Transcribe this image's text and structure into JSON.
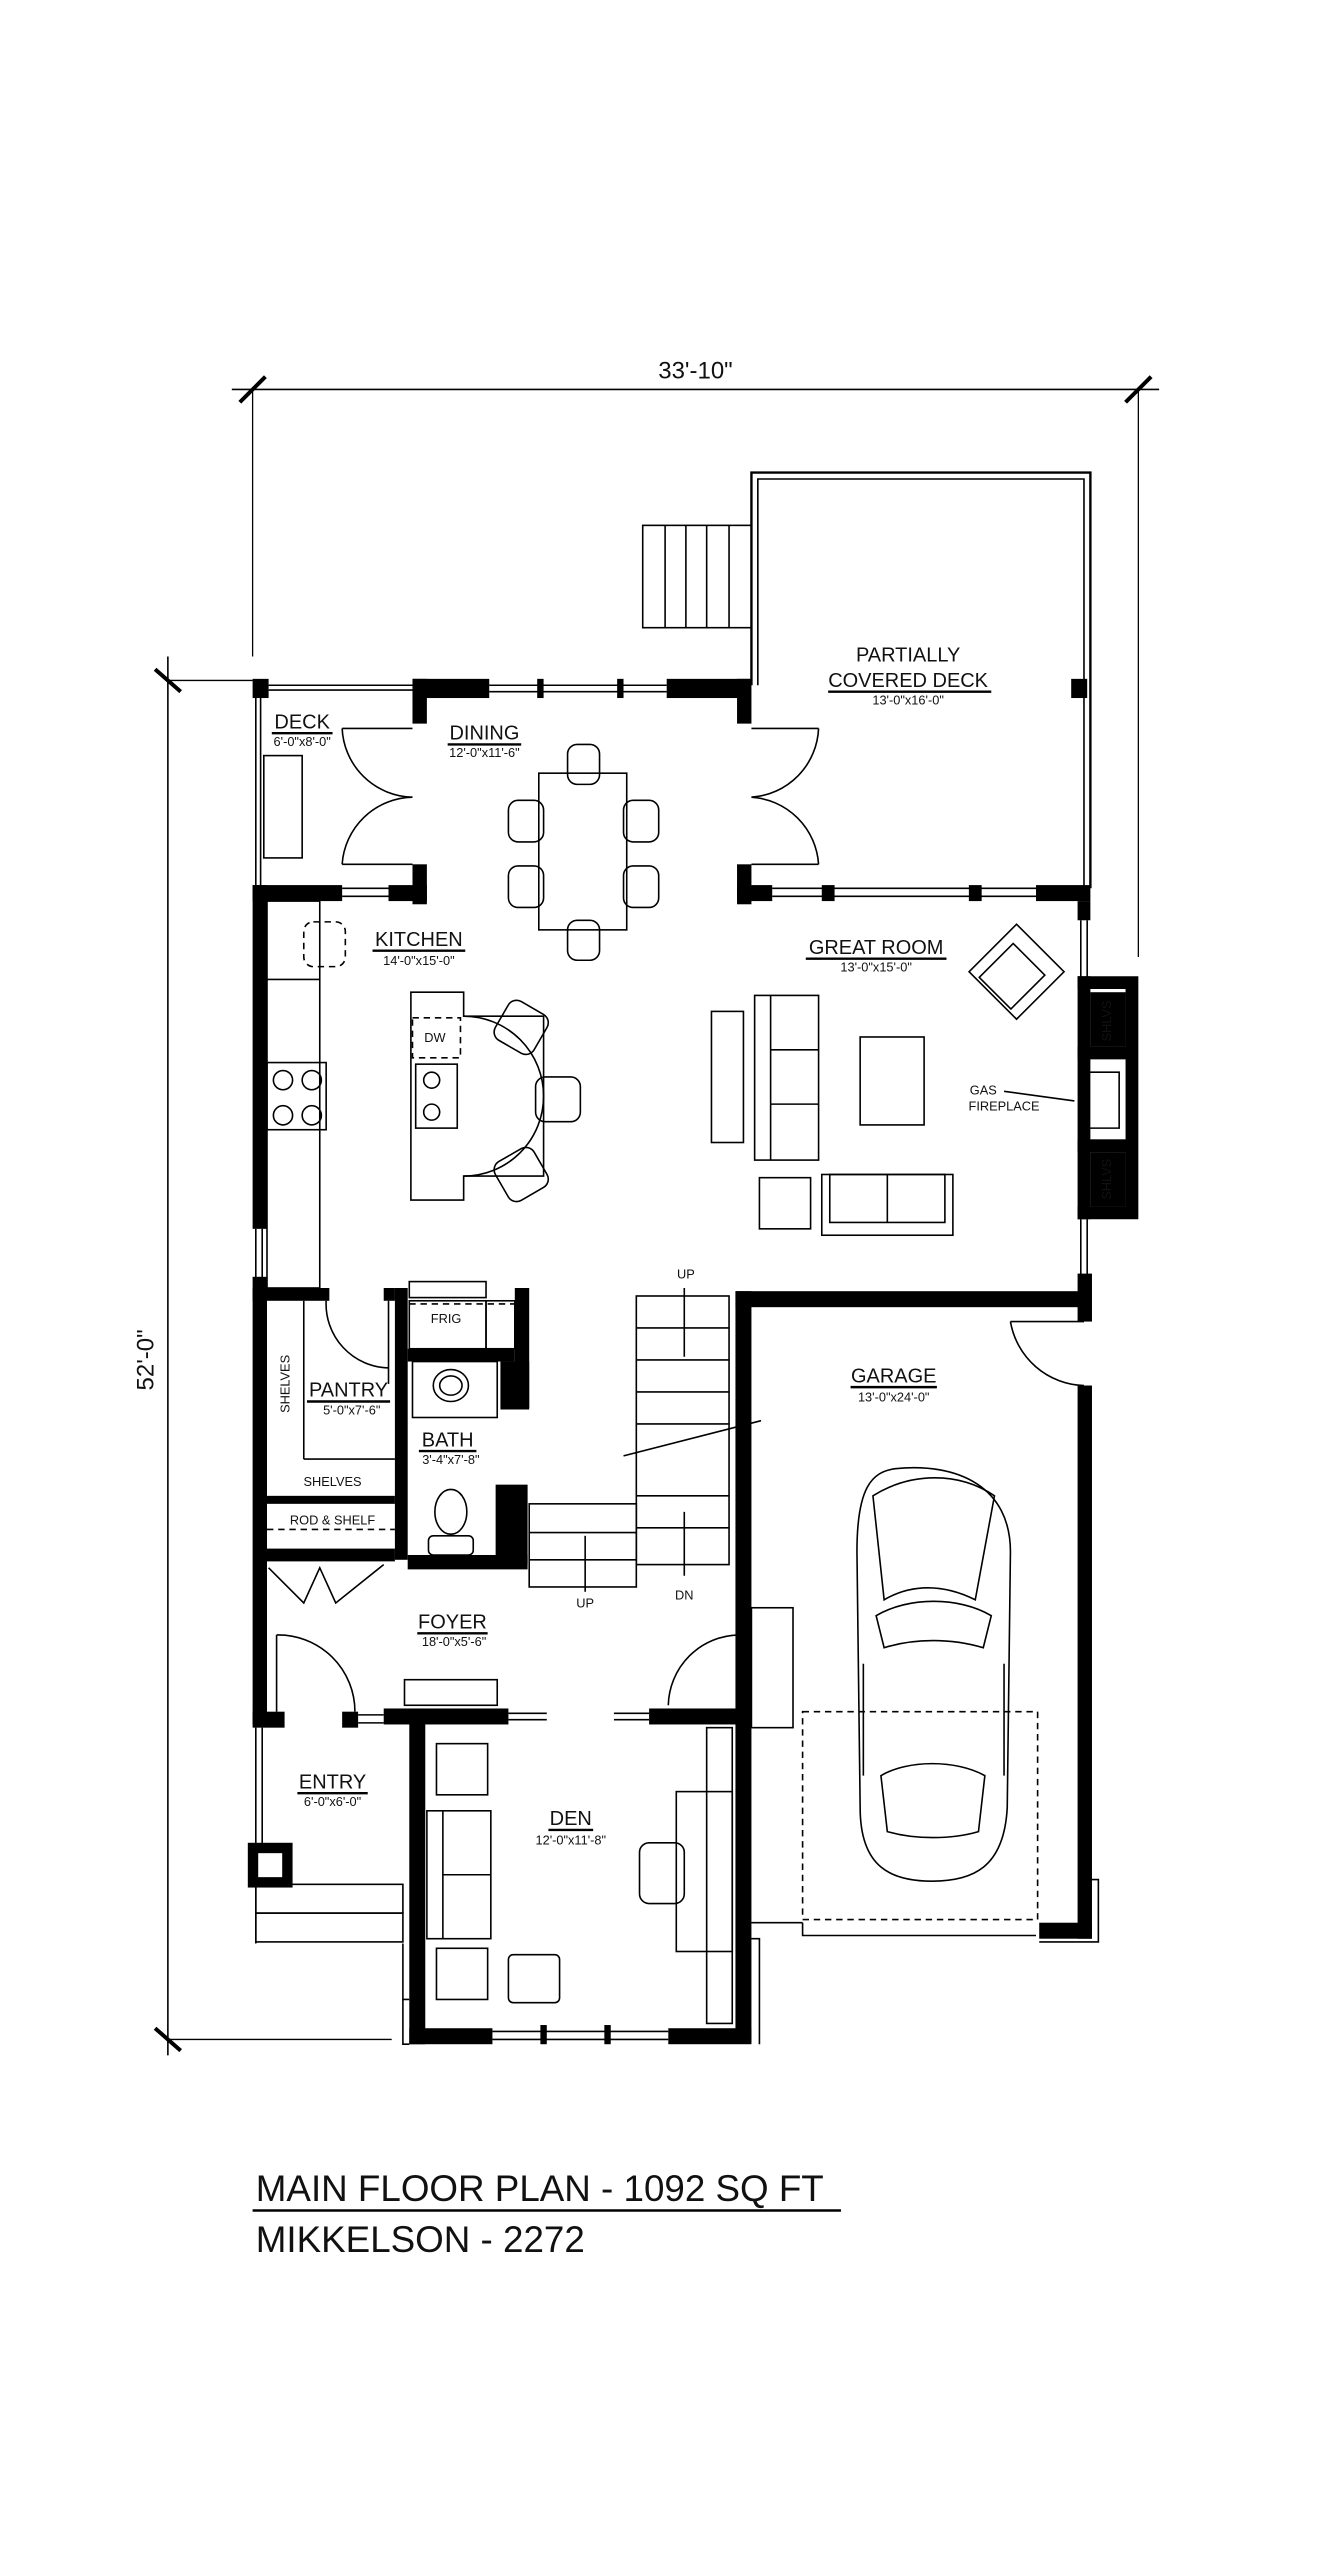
{
  "dimensions": {
    "width": "33'-10\"",
    "depth": "52'-0\""
  },
  "rooms": {
    "deck": {
      "name": "DECK",
      "size": "6'-0\"x8'-0\""
    },
    "dining": {
      "name": "DINING",
      "size": "12'-0\"x11'-6\""
    },
    "covered_deck": {
      "name_line1": "PARTIALLY",
      "name_line2": "COVERED DECK",
      "size": "13'-0\"x16'-0\""
    },
    "kitchen": {
      "name": "KITCHEN",
      "size": "14'-0\"x15'-0\""
    },
    "great_room": {
      "name": "GREAT ROOM",
      "size": "13'-0\"x15'-0\""
    },
    "pantry": {
      "name": "PANTRY",
      "size": "5'-0\"x7'-6\""
    },
    "bath": {
      "name": "BATH",
      "size": "3'-4\"x7'-8\""
    },
    "garage": {
      "name": "GARAGE",
      "size": "13'-0\"x24'-0\""
    },
    "foyer": {
      "name": "FOYER",
      "size": "18'-0\"x5'-6\""
    },
    "entry": {
      "name": "ENTRY",
      "size": "6'-0\"x6'-0\""
    },
    "den": {
      "name": "DEN",
      "size": "12'-0\"x11'-8\""
    }
  },
  "fixtures": {
    "dw": "DW",
    "frig": "FRIG",
    "shelves_vertical": "SHELVES",
    "shelves": "SHELVES",
    "rod_shelf": "ROD & SHELF",
    "shlvs_top": "SHLVS",
    "shlvs_bottom": "SHLVS",
    "gas_line1": "GAS",
    "gas_line2": "FIREPLACE",
    "stair_up_top": "UP",
    "stair_up": "UP",
    "stair_dn": "DN"
  },
  "title": {
    "line1": "MAIN FLOOR PLAN - 1092 SQ FT",
    "line2": "MIKKELSON - 2272"
  }
}
